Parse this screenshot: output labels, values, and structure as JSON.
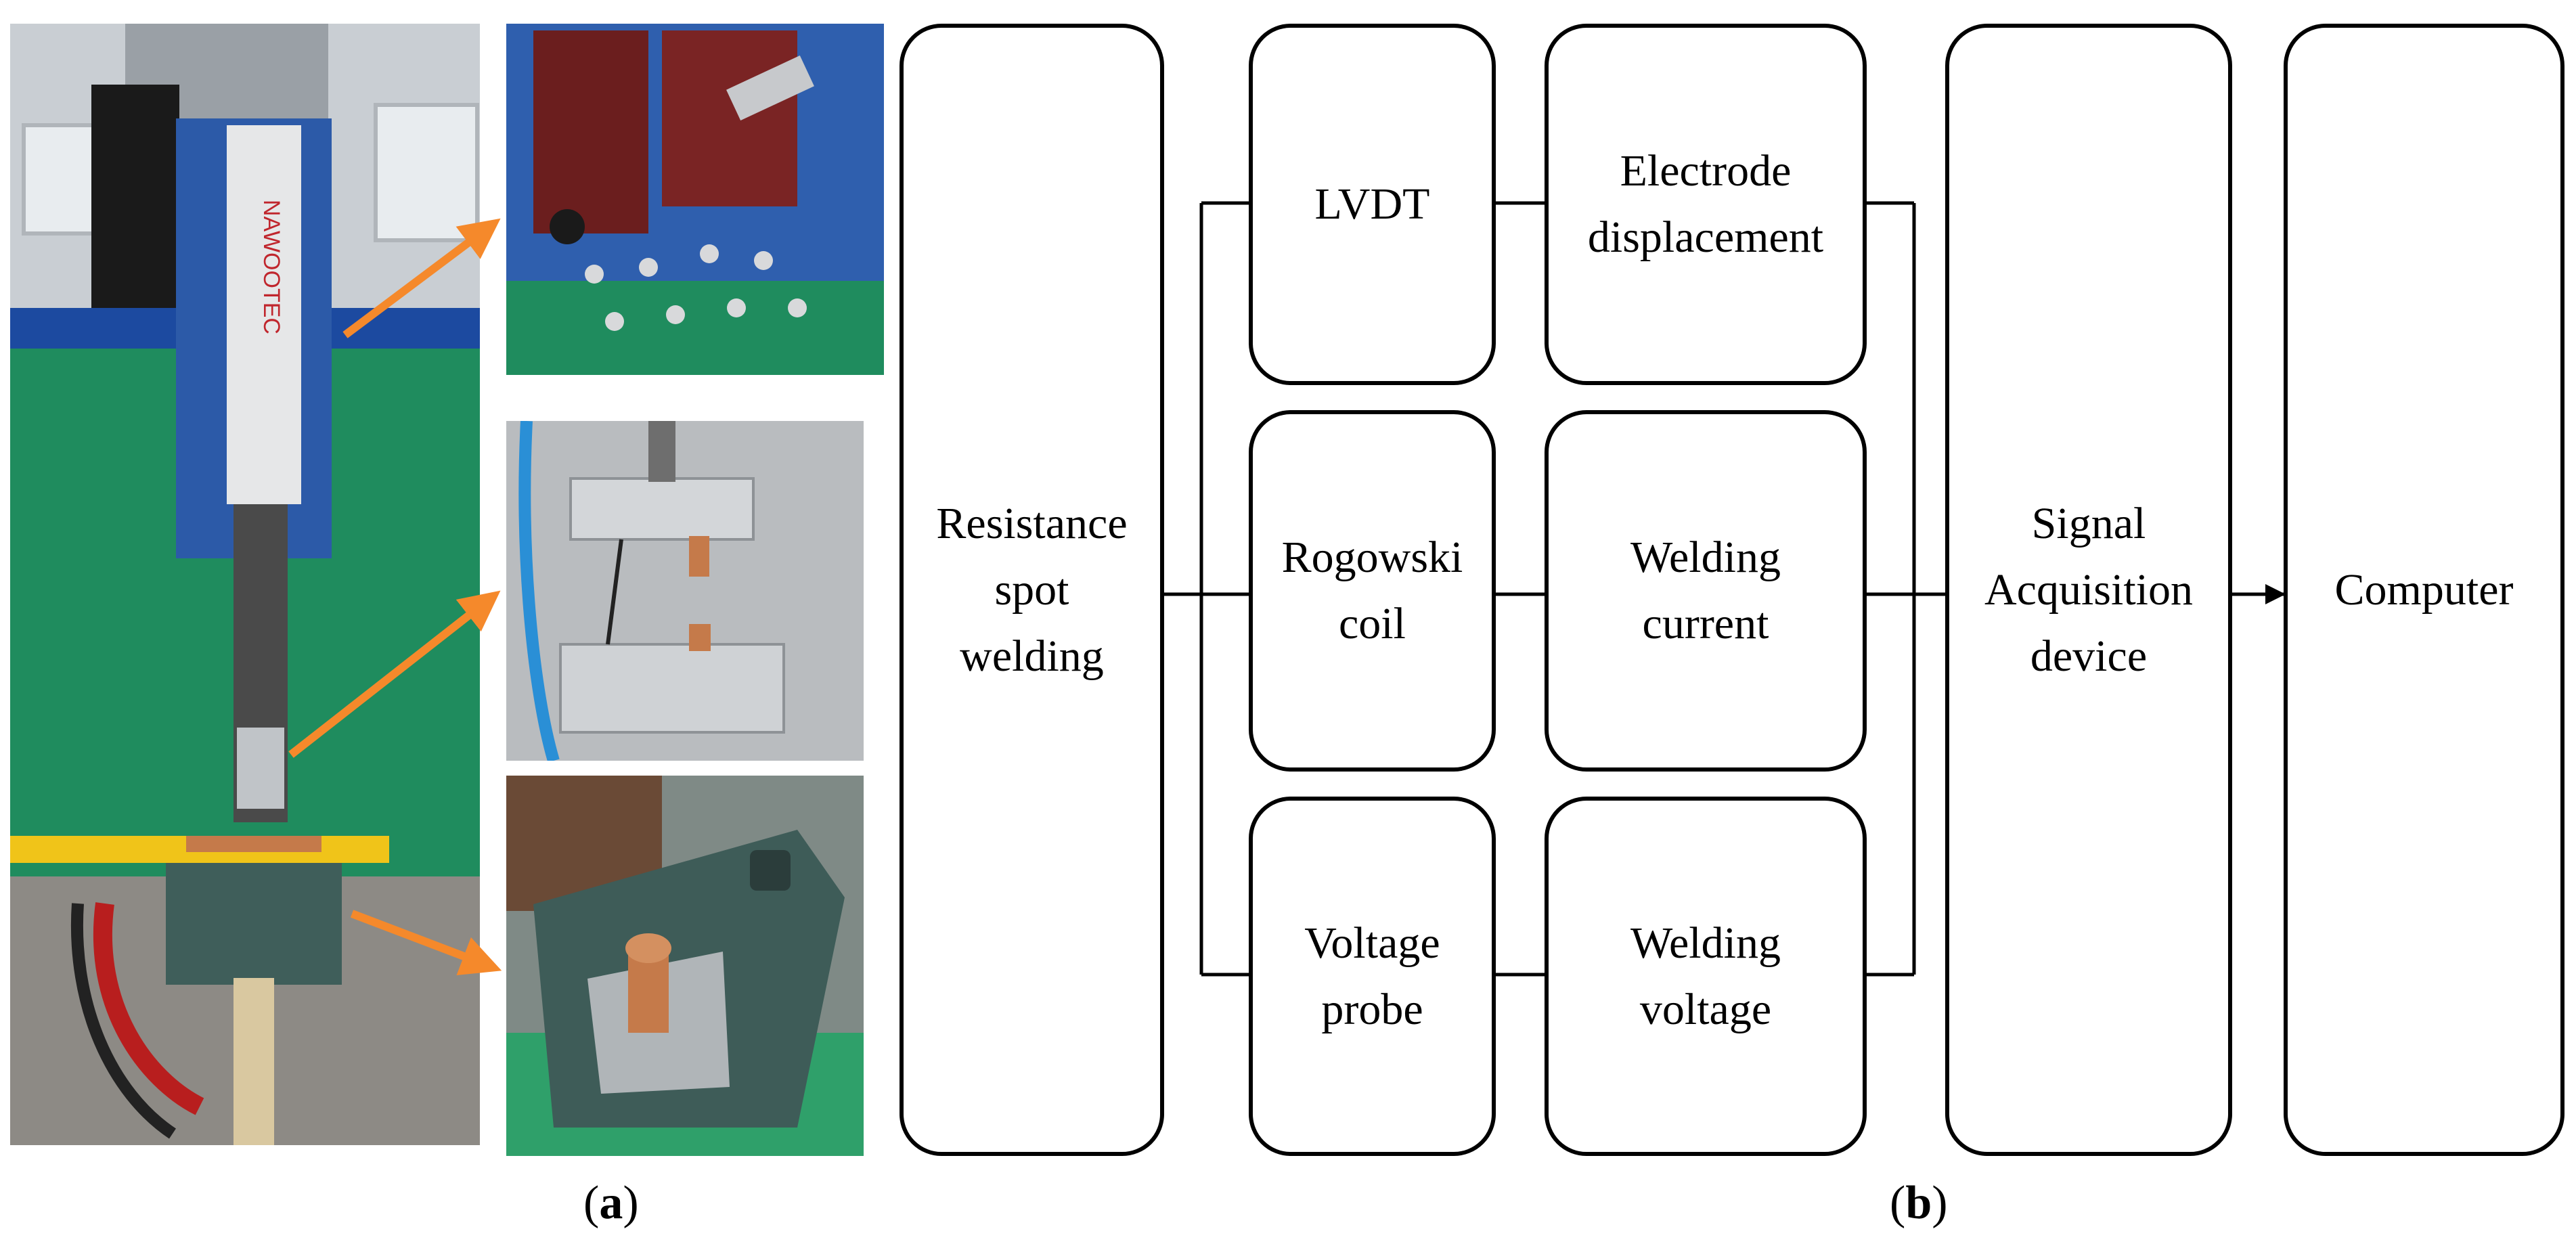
{
  "panel_a": {
    "caption_open": "(",
    "caption_letter": "a",
    "caption_close": ")",
    "photo_main_brand": "NAWOOTEC"
  },
  "panel_b": {
    "caption_open": "(",
    "caption_letter": "b",
    "caption_close": ")",
    "source": "Resistance\nspot\nwelding",
    "sensors": [
      "LVDT",
      "Rogowski\ncoil",
      "Voltage\nprobe"
    ],
    "signals": [
      "Electrode\ndisplacement",
      "Welding\ncurrent",
      "Welding\nvoltage"
    ],
    "acquisition": "Signal\nAcquisition\ndevice",
    "output": "Computer"
  },
  "colors": {
    "arrow_orange": "#f5892b",
    "machine_blue": "#2c5aa8",
    "wall_green": "#1f8c5e",
    "frame_yellow": "#f0c419",
    "copper": "#c57a4a"
  }
}
